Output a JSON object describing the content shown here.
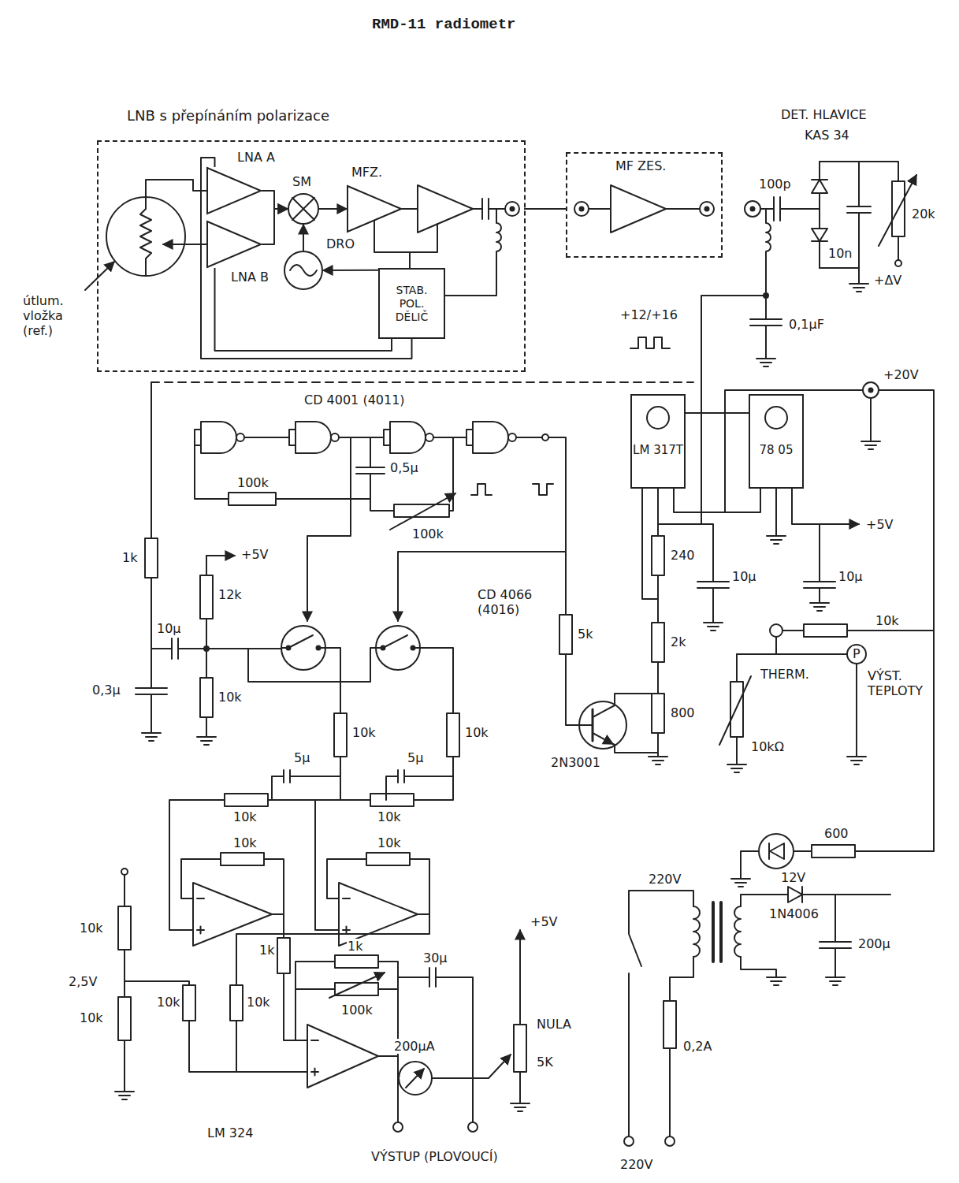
{
  "diagram": {
    "title": "RMD-11 radiometr",
    "nodes": [
      {
        "text": [
          "LNB s přepínáním polarizace"
        ]
      },
      {
        "text": [
          "LNA A"
        ],
        "in": 0
      },
      {
        "text": [
          "LNA B"
        ],
        "in": 0
      },
      {
        "text": [
          "SM"
        ],
        "in": 0
      },
      {
        "text": [
          "MFZ."
        ],
        "in": 0
      },
      {
        "text": [
          "DRO"
        ],
        "in": 0
      },
      {
        "text": [
          "STAB. POL. DĚLIČ"
        ],
        "in": 0
      },
      {
        "text": [
          "MF ZES."
        ]
      },
      {
        "text": [
          "LM 317T"
        ]
      },
      {
        "text": [
          "78 05"
        ]
      },
      {
        "text": [
          "200µA"
        ]
      }
    ],
    "edges": [
      {
        "from": 1,
        "to": 3,
        "arrow": "to"
      },
      {
        "from": 2,
        "to": 3,
        "arrow": "to"
      },
      {
        "from": 3,
        "to": 4,
        "arrow": "to"
      },
      {
        "from": 5,
        "to": 3,
        "arrow": "to"
      },
      {
        "from": 6,
        "to": 5,
        "arrow": "to"
      },
      {
        "from": 6,
        "to": 1,
        "arrow": "none"
      },
      {
        "from": 6,
        "to": 2,
        "arrow": "none"
      },
      {
        "from": 0,
        "to": 7,
        "arrow": "none"
      },
      {
        "from": 8,
        "to": 9,
        "arrow": "none"
      }
    ],
    "labels": [
      "útlum. vložka (ref.)",
      "DET. HLAVICE",
      "KAS 34",
      "100p",
      "20k",
      "10n",
      "+ΔV",
      "+12/+16",
      "0,1µF",
      "+20V",
      "CD 4001 (4011)",
      "100k",
      "0,5µ",
      "100k",
      "1k",
      "+5V",
      "12k",
      "10µ",
      "0,3µ",
      "10k",
      "CD 4066 (4016)",
      "5k",
      "10k",
      "10k",
      "5µ",
      "5µ",
      "10k",
      "10k",
      "10k",
      "10k",
      "2N3001",
      "240",
      "2k",
      "800",
      "10µ",
      "10µ",
      "+5V",
      "10k",
      "THERM.",
      "P",
      "VÝST. TEPLOTY",
      "10kΩ",
      "600",
      "10k",
      "2,5V",
      "10k",
      "10k",
      "10k",
      "1k",
      "1k",
      "100k",
      "30µ",
      "+5V",
      "NULA",
      "5K",
      "LM 324",
      "VÝSTUP (PLOVOUCÍ)",
      "220V",
      "12V",
      "1N4006",
      "200µ",
      "0,2A",
      "220V"
    ]
  }
}
